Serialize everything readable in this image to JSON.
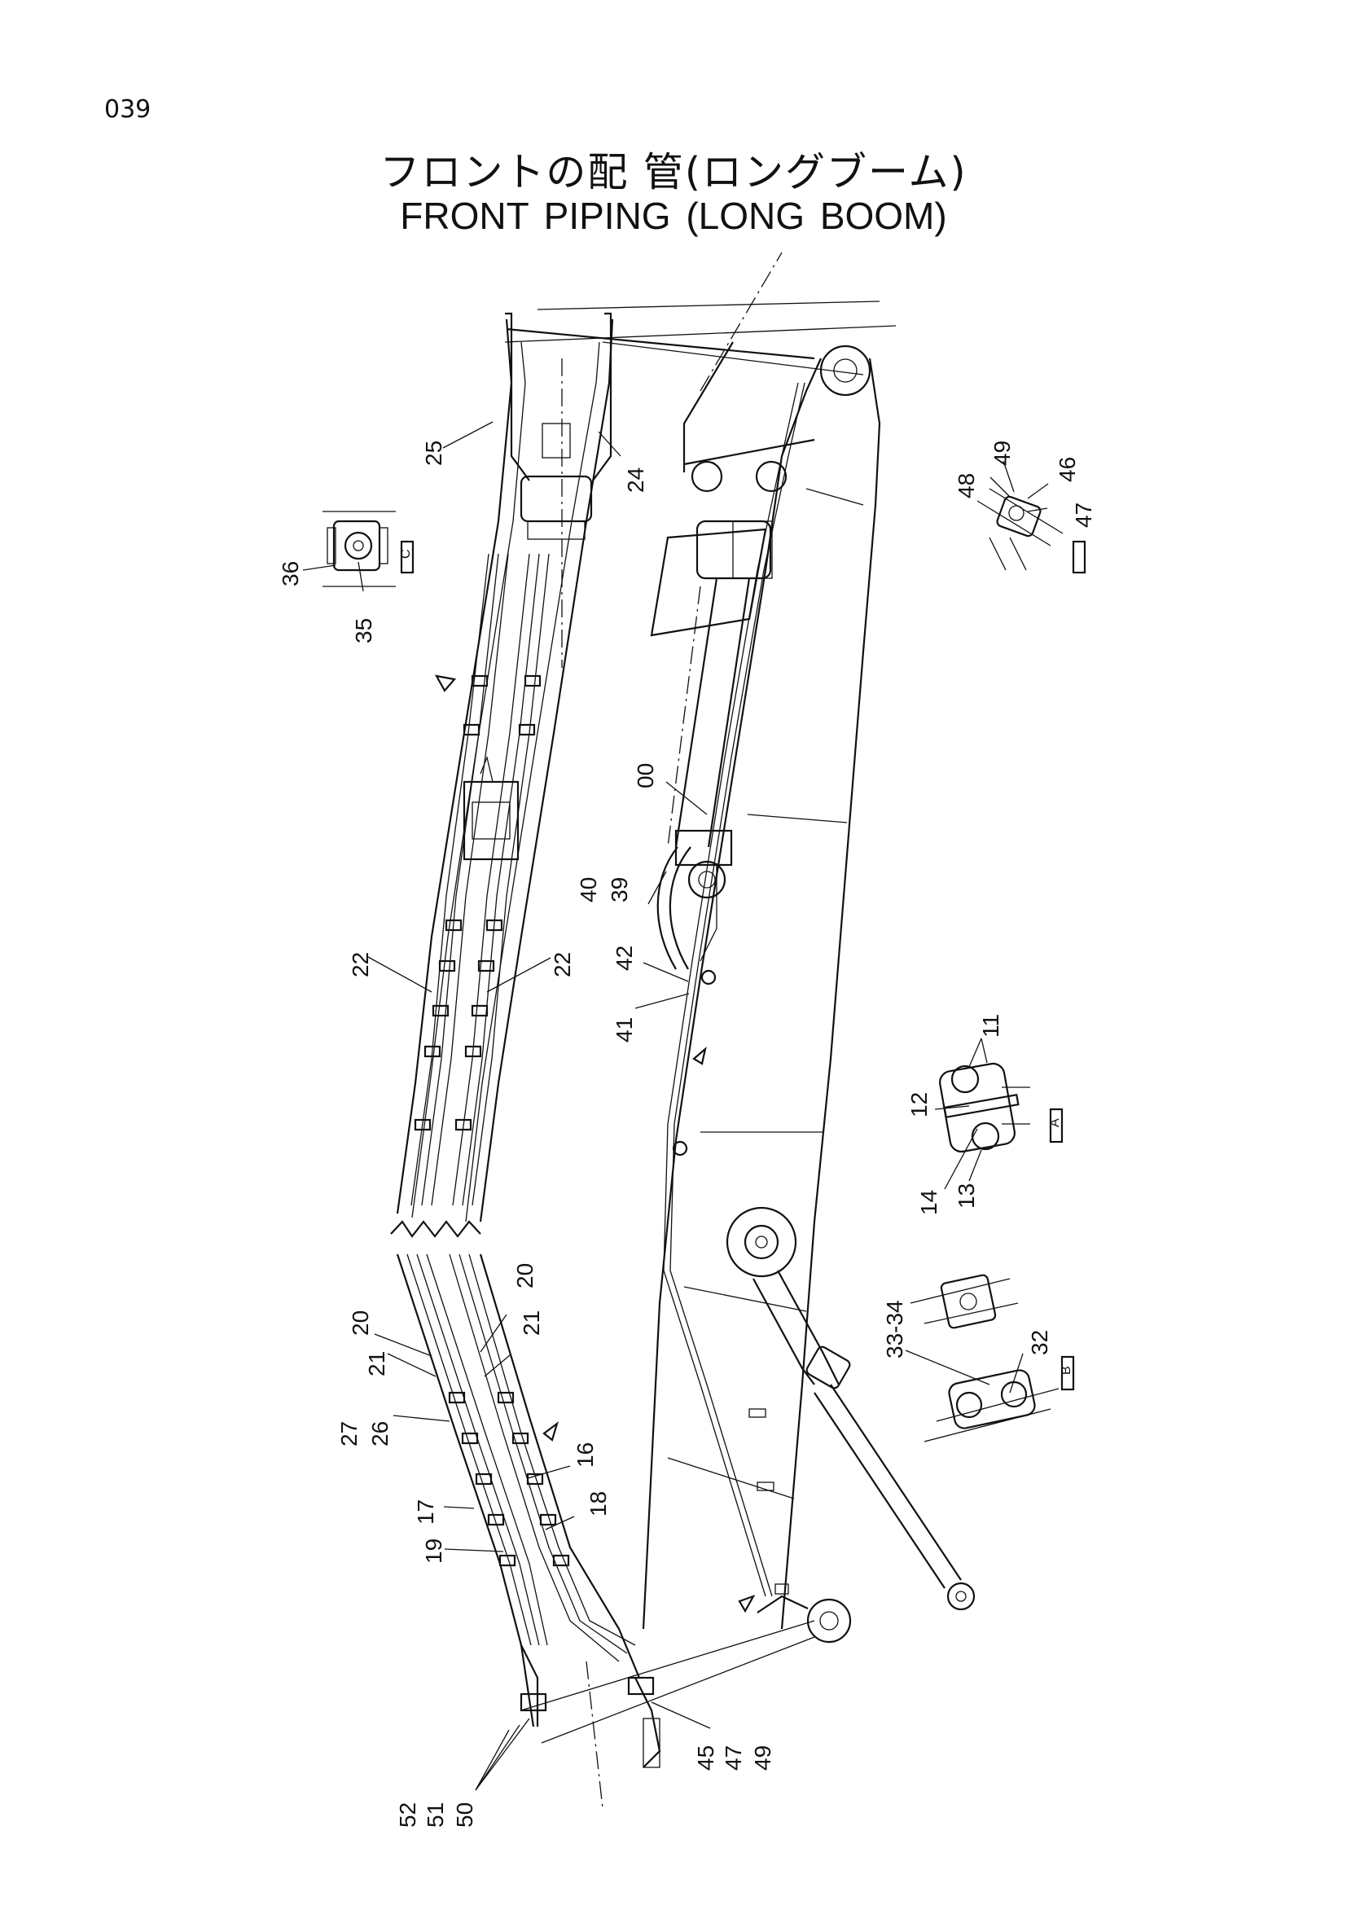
{
  "page_number": "039",
  "title_jp": "フロントの配 管(ロングブーム)",
  "title_en": "FRONT PIPING (LONG BOOM)",
  "callouts": [
    "25",
    "24",
    "36",
    "35",
    "48",
    "49",
    "46",
    "47",
    "00",
    "40",
    "39",
    "42",
    "41",
    "22",
    "22",
    "11",
    "12",
    "14",
    "13",
    "20",
    "21",
    "20",
    "21",
    "27",
    "26",
    "17",
    "19",
    "16",
    "18",
    "33-34",
    "32",
    "45",
    "47",
    "49",
    "52",
    "51",
    "50"
  ],
  "section_labels": [
    "A",
    "B",
    "C"
  ]
}
